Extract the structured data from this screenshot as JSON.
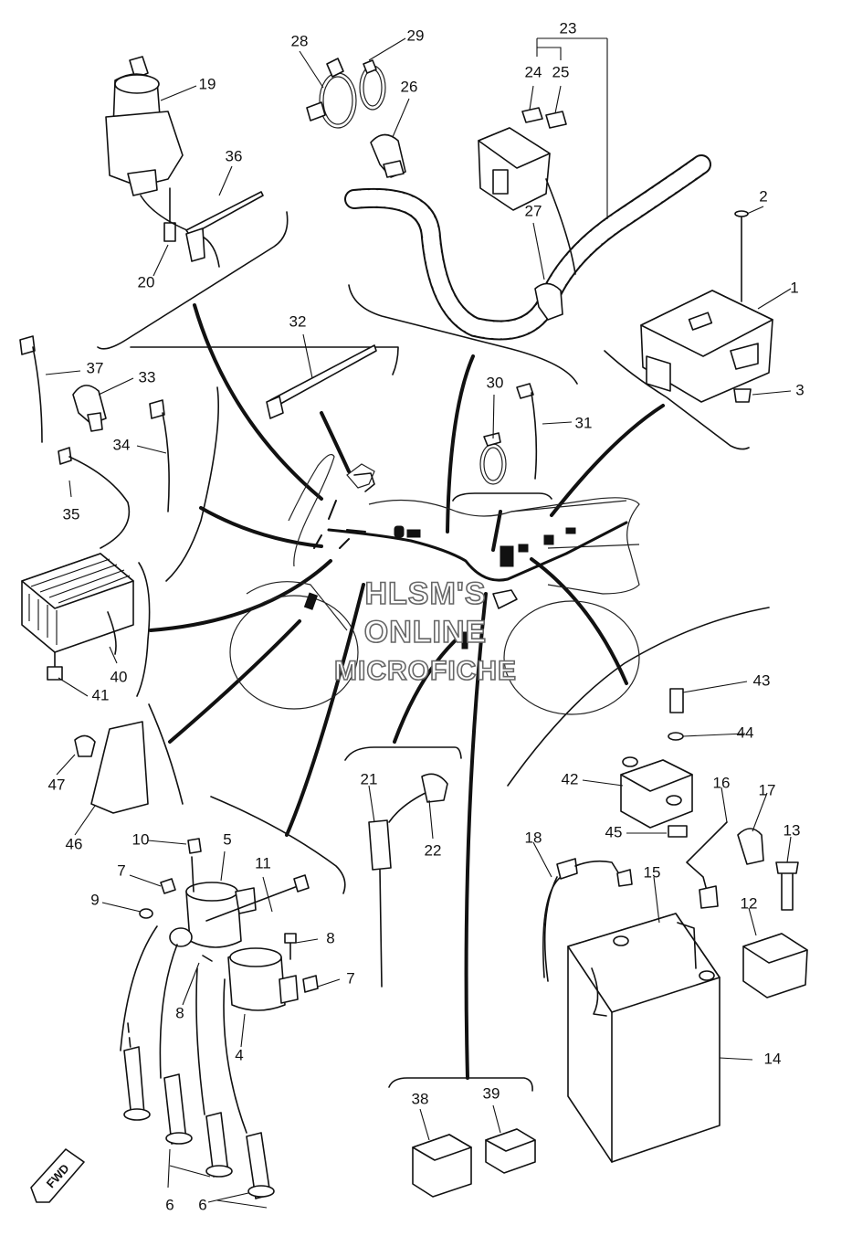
{
  "watermark": {
    "line1": "HLSM'S",
    "line2": "ONLINE",
    "line3": "MICROFICHE"
  },
  "direction_badge": "FWD",
  "callouts": [
    "1",
    "2",
    "3",
    "4",
    "5",
    "6",
    "6",
    "7",
    "7",
    "8",
    "8",
    "9",
    "10",
    "11",
    "12",
    "13",
    "14",
    "15",
    "16",
    "17",
    "18",
    "19",
    "20",
    "21",
    "22",
    "23",
    "24",
    "25",
    "26",
    "27",
    "28",
    "29",
    "30",
    "31",
    "32",
    "33",
    "34",
    "35",
    "36",
    "37",
    "38",
    "39",
    "40",
    "41",
    "42",
    "43",
    "44",
    "45",
    "46",
    "47"
  ]
}
